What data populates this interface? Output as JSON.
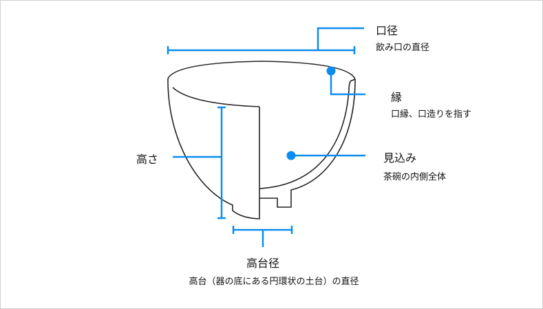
{
  "colors": {
    "accent": "#0a8cf0",
    "outline": "#222222"
  },
  "labels": {
    "mouth_diameter": {
      "title": "口径",
      "desc": "飲み口の直径"
    },
    "rim": {
      "title": "縁",
      "desc": "口縁、口造りを指す"
    },
    "interior": {
      "title": "見込み",
      "desc": "茶碗の内側全体"
    },
    "height": {
      "title": "高さ"
    },
    "foot_diameter": {
      "title": "高台径",
      "desc": "高台（器の底にある円環状の土台）の直径"
    }
  }
}
